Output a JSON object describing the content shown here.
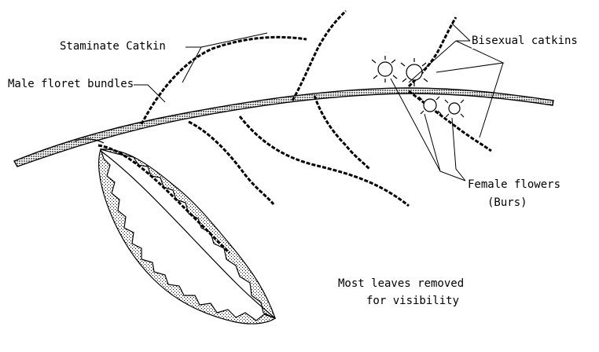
{
  "labels": {
    "staminate_catkin": "Staminate Catkin",
    "male_floret_bundles": "Male floret bundles",
    "bisexual_catkins": "Bisexual catkins",
    "female_flowers": "Female flowers",
    "burs": "(Burs)",
    "note_line1": "Most leaves removed",
    "note_line2": "for visibility"
  },
  "colors": {
    "ink": "#000000",
    "paper": "#ffffff",
    "branch_fill": "#9a9a9a"
  },
  "icons": [
    "chestnut-branch",
    "leaf",
    "catkin",
    "bur"
  ]
}
